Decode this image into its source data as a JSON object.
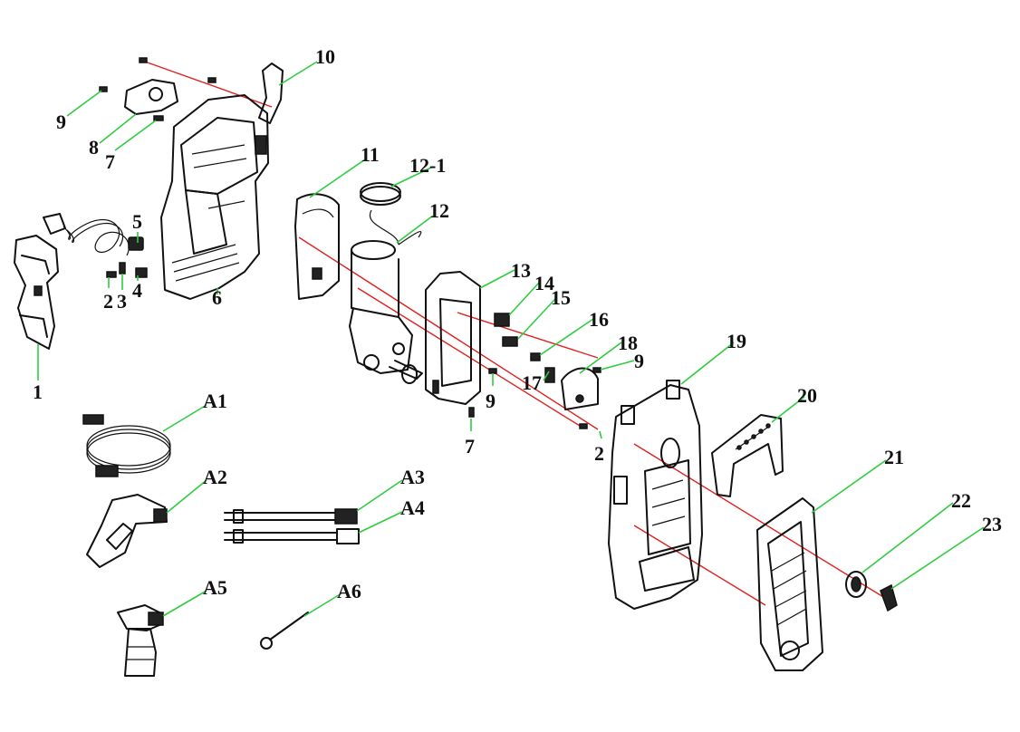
{
  "labels": {
    "p1": "1",
    "p2a": "2",
    "p2b": "2",
    "p3": "3",
    "p4": "4",
    "p5": "5",
    "p6": "6",
    "p7a": "7",
    "p7b": "7",
    "p8": "8",
    "p9a": "9",
    "p9b": "9",
    "p9c": "9",
    "p10": "10",
    "p11": "11",
    "p12_1": "12-1",
    "p12": "12",
    "p13": "13",
    "p14": "14",
    "p15": "15",
    "p16": "16",
    "p17": "17",
    "p18": "18",
    "p19": "19",
    "p20": "20",
    "p21": "21",
    "p22": "22",
    "p23": "23",
    "a1": "A1",
    "a2": "A2",
    "a3": "A3",
    "a4": "A4",
    "a5": "A5",
    "a6": "A6"
  },
  "colors": {
    "leader": "#2ecc40",
    "assembly_axis": "#e02020",
    "line_art": "#111111"
  }
}
